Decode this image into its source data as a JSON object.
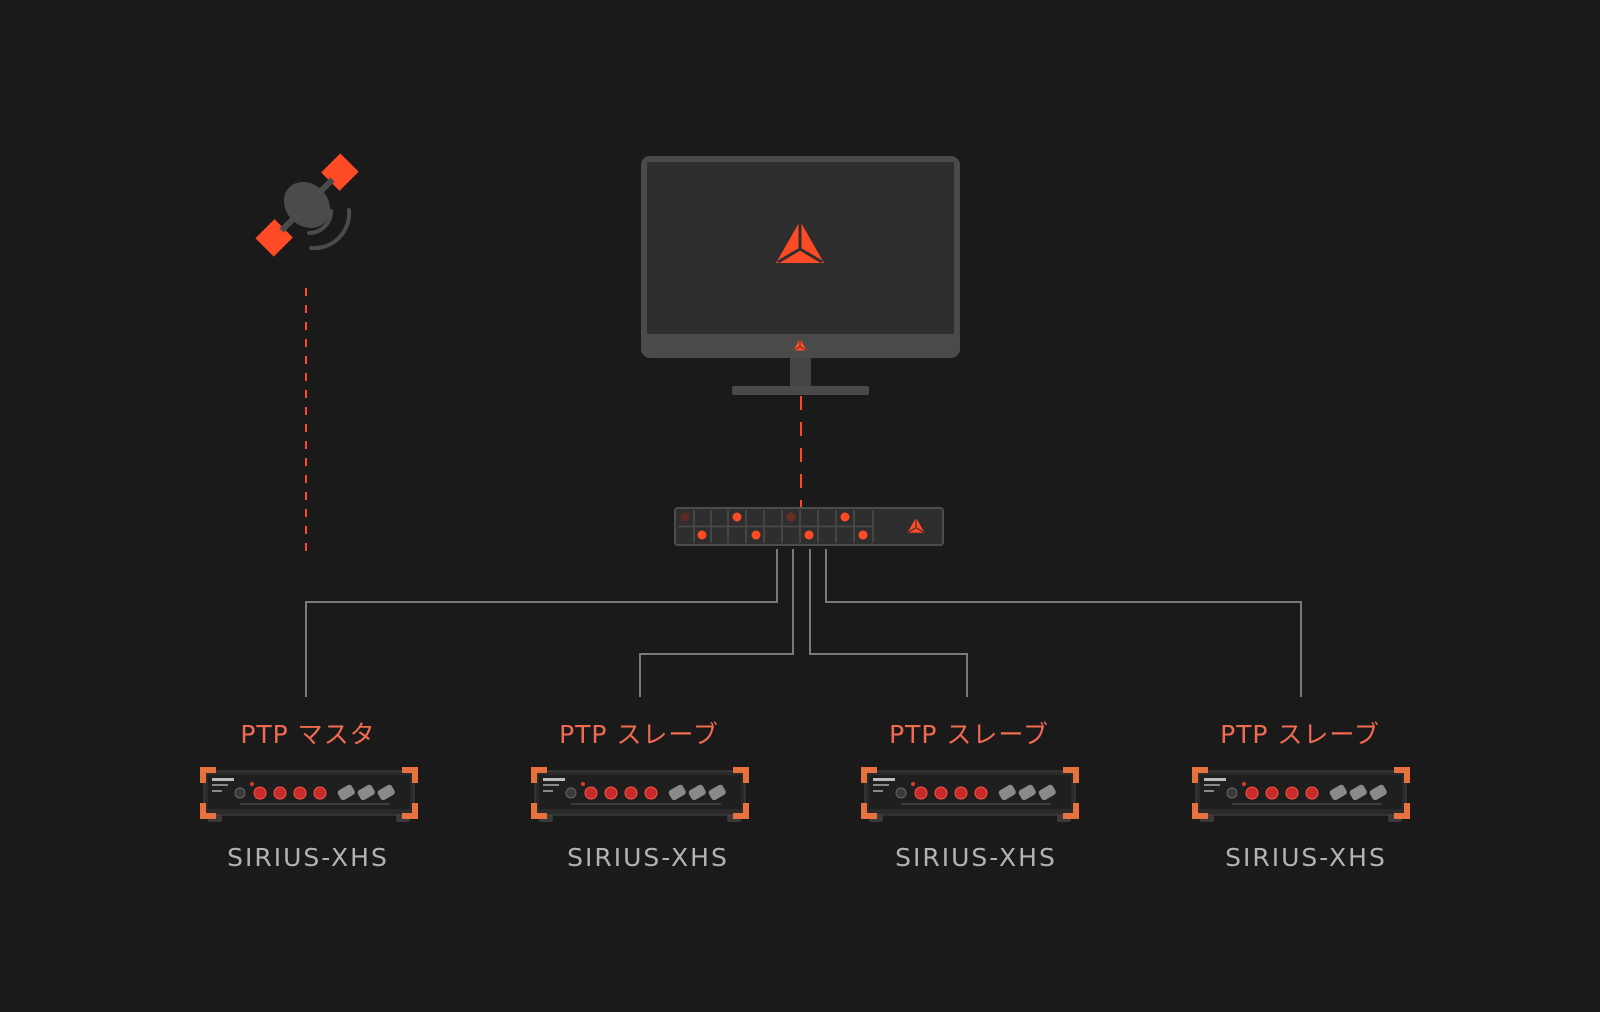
{
  "diagram": {
    "colors": {
      "background": "#1a1a1a",
      "accent": "#ff4a26",
      "line": "#7a7a7a",
      "device_body": "#2d2d2d",
      "role_text": "#f26b50",
      "model_text": "#b3b3b3"
    },
    "icons": {
      "satellite": "satellite-icon",
      "computer": "monitor-icon",
      "switch": "network-switch-icon",
      "logo": "dewesoft-triangle-logo-icon",
      "daq": "daq-device-icon"
    },
    "devices": [
      {
        "role": "PTP マスタ",
        "model": "SIRIUS-XHS"
      },
      {
        "role": "PTP スレーブ",
        "model": "SIRIUS-XHS"
      },
      {
        "role": "PTP スレーブ",
        "model": "SIRIUS-XHS"
      },
      {
        "role": "PTP スレーブ",
        "model": "SIRIUS-XHS"
      }
    ]
  }
}
